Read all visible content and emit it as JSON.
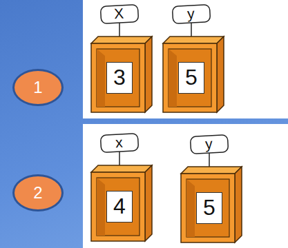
{
  "diagram": {
    "nodes": [
      {
        "text": [
          "1"
        ]
      },
      {
        "text": [
          "X",
          "3"
        ]
      },
      {
        "text": [
          "y",
          "5"
        ]
      },
      {
        "text": [
          "2"
        ]
      },
      {
        "text": [
          "x",
          "4"
        ]
      },
      {
        "text": [
          "y",
          "5"
        ]
      }
    ]
  }
}
